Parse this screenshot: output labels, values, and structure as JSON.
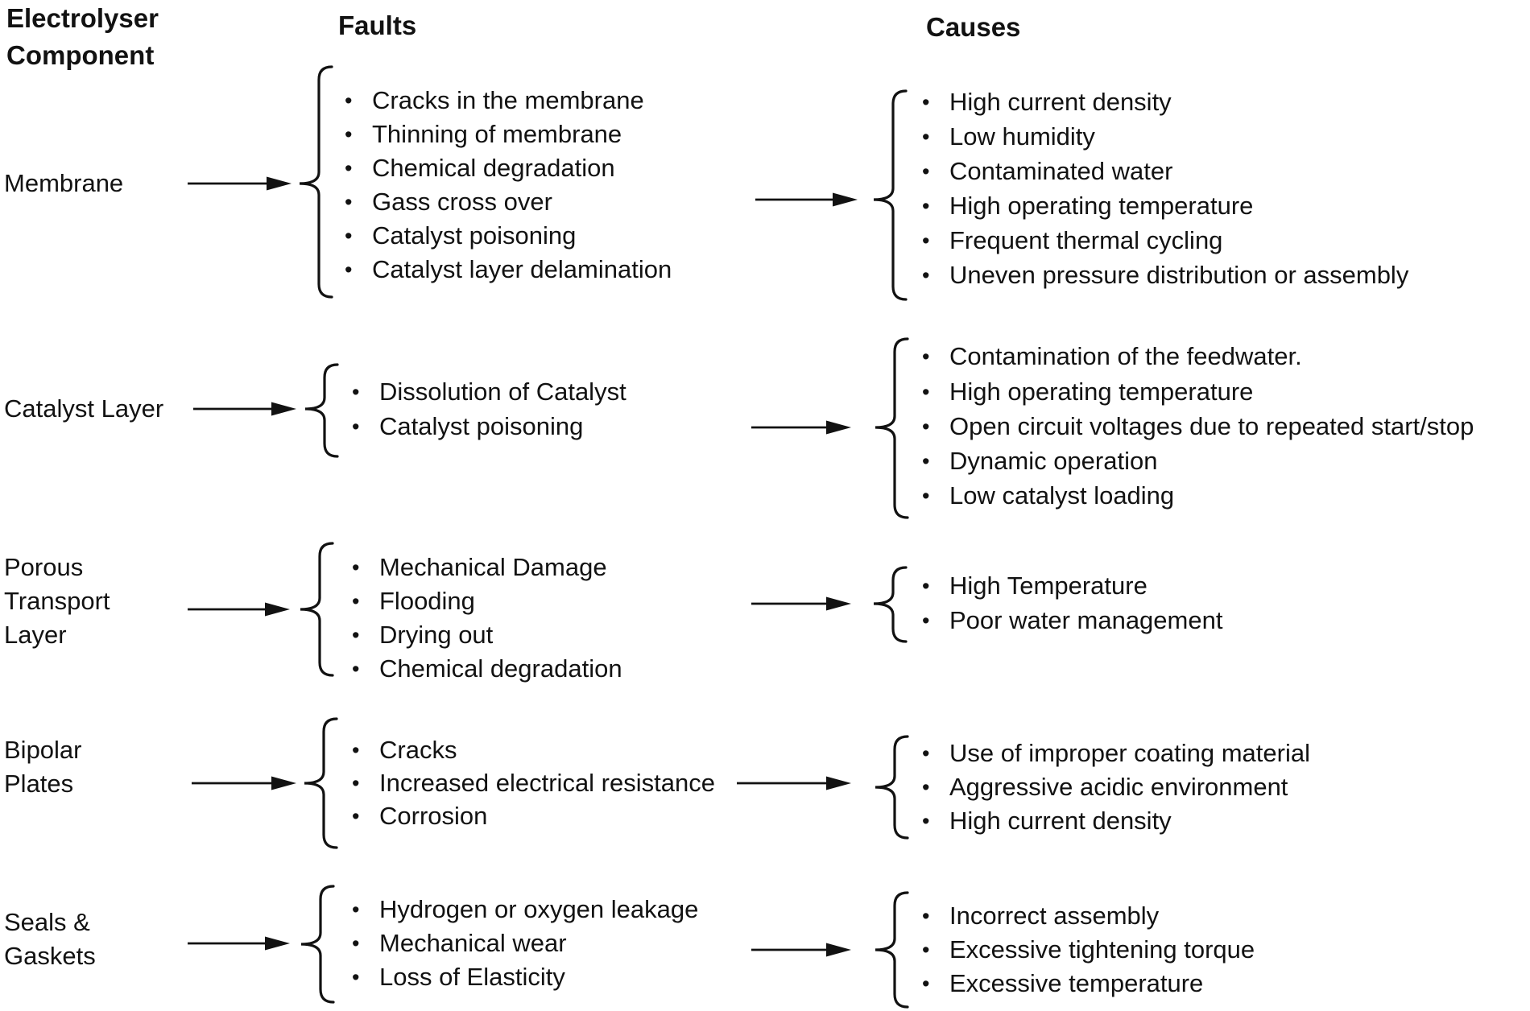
{
  "headers": {
    "component_line1": "Electrolyser",
    "component_line2": "Component",
    "faults": "Faults",
    "causes": "Causes"
  },
  "colors": {
    "text": "#121212",
    "line": "#121212",
    "background": "#ffffff"
  },
  "bullet_glyph": "•",
  "sections": [
    {
      "component": "Membrane",
      "component_lines": [
        "Membrane"
      ],
      "faults": [
        "Cracks in the membrane",
        "Thinning of membrane",
        "Chemical degradation",
        "Gass cross over",
        "Catalyst poisoning",
        "Catalyst layer delamination"
      ],
      "causes": [
        "High current density",
        "Low humidity",
        "Contaminated water",
        "High operating temperature",
        "Frequent thermal cycling",
        "Uneven pressure distribution or assembly"
      ]
    },
    {
      "component": "Catalyst Layer",
      "component_lines": [
        "Catalyst Layer"
      ],
      "faults": [
        "Dissolution of Catalyst",
        "Catalyst poisoning"
      ],
      "causes": [
        "Contamination of the feedwater.",
        "High operating temperature",
        "Open circuit voltages due to repeated start/stop",
        "Dynamic operation",
        "Low catalyst loading"
      ]
    },
    {
      "component": "Porous Transport Layer",
      "component_lines": [
        "Porous",
        "Transport",
        "Layer"
      ],
      "faults": [
        "Mechanical Damage",
        "Flooding",
        "Drying out",
        "Chemical degradation"
      ],
      "causes": [
        "High Temperature",
        "Poor water management"
      ]
    },
    {
      "component": "Bipolar Plates",
      "component_lines": [
        "Bipolar",
        "Plates"
      ],
      "faults": [
        "Cracks",
        "Increased electrical resistance",
        "Corrosion"
      ],
      "causes": [
        "Use of improper coating material",
        "Aggressive acidic environment",
        "High current density"
      ]
    },
    {
      "component": "Seals & Gaskets",
      "component_lines": [
        "Seals &",
        "Gaskets"
      ],
      "faults": [
        "Hydrogen or oxygen leakage",
        "Mechanical wear",
        "Loss of Elasticity"
      ],
      "causes": [
        "Incorrect assembly",
        "Excessive tightening torque",
        "Excessive temperature"
      ]
    }
  ]
}
